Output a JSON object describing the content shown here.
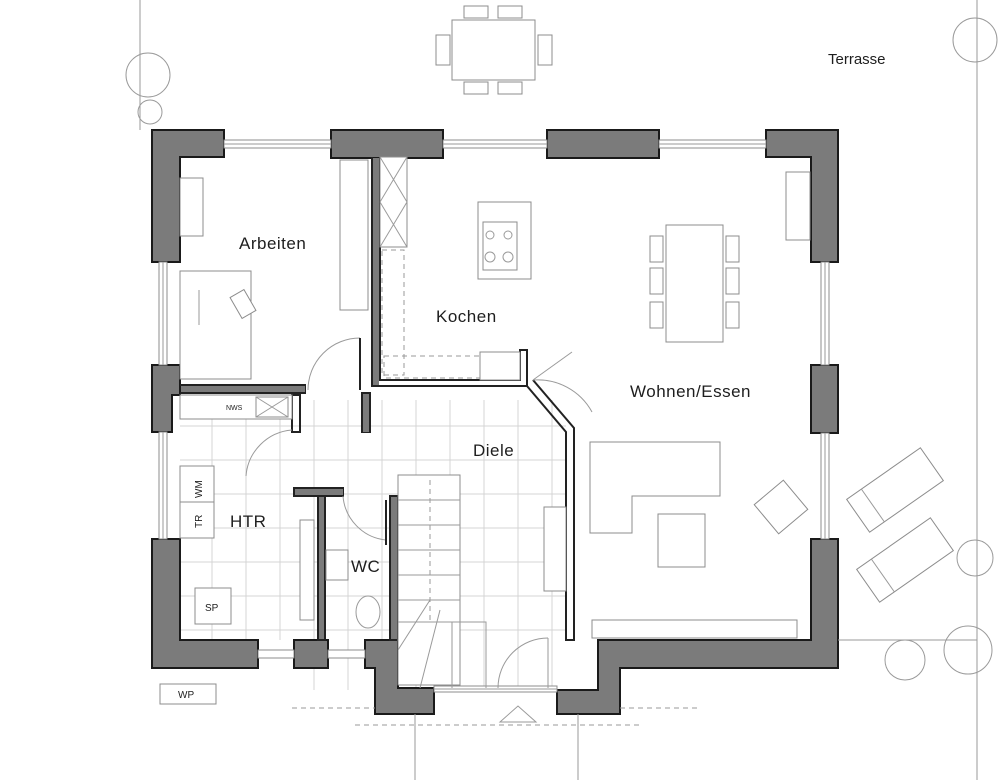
{
  "labels": {
    "terrasse": "Terrasse",
    "arbeiten": "Arbeiten",
    "kochen": "Kochen",
    "wohnen_essen": "Wohnen/Essen",
    "diele": "Diele",
    "htr": "HTR",
    "wc": "WC",
    "wm": "WM",
    "tr": "TR",
    "sp": "SP",
    "wp": "WP",
    "nws": "NWS"
  }
}
